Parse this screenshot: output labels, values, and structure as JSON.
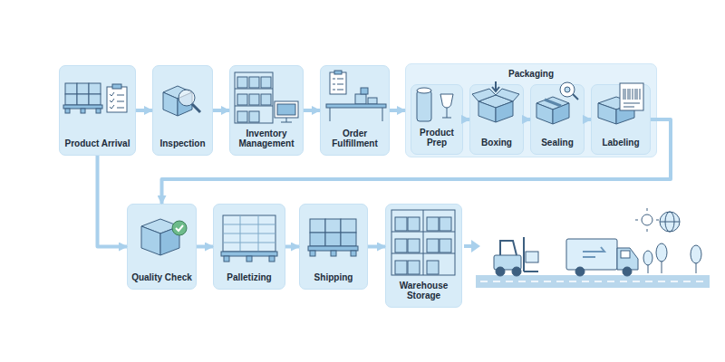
{
  "diagram": {
    "nodes": [
      {
        "text": [
          "Product Arrival"
        ]
      },
      {
        "text": [
          "Inspection"
        ]
      },
      {
        "text": [
          "Inventory Management"
        ]
      },
      {
        "text": [
          "Order Fulfillment"
        ]
      },
      {
        "text": [
          "Packaging"
        ]
      },
      {
        "text": [
          "Product Prep"
        ],
        "in": 4
      },
      {
        "text": [
          "Boxing"
        ],
        "in": 4
      },
      {
        "text": [
          "Sealing"
        ],
        "in": 4
      },
      {
        "text": [
          "Labeling"
        ],
        "in": 4
      },
      {
        "text": [
          "Quality Check"
        ]
      },
      {
        "text": [
          "Palletizing"
        ]
      },
      {
        "text": [
          "Shipping"
        ]
      },
      {
        "text": [
          "Warehouse Storage"
        ]
      }
    ],
    "edges": [
      {
        "from": 0,
        "to": 1,
        "arrow": "to"
      },
      {
        "from": 1,
        "to": 2,
        "arrow": "to"
      },
      {
        "from": 2,
        "to": 3,
        "arrow": "to"
      },
      {
        "from": 3,
        "to": 4,
        "arrow": "to"
      },
      {
        "from": 5,
        "to": 6,
        "arrow": "to"
      },
      {
        "from": 6,
        "to": 7,
        "arrow": "to"
      },
      {
        "from": 7,
        "to": 8,
        "arrow": "to"
      },
      {
        "from": 8,
        "to": 9,
        "arrow": "to"
      },
      {
        "from": 0,
        "to": 9,
        "arrow": "to"
      },
      {
        "from": 9,
        "to": 10,
        "arrow": "to"
      },
      {
        "from": 10,
        "to": 11,
        "arrow": "to"
      },
      {
        "from": 11,
        "to": 12,
        "arrow": "to"
      }
    ]
  }
}
